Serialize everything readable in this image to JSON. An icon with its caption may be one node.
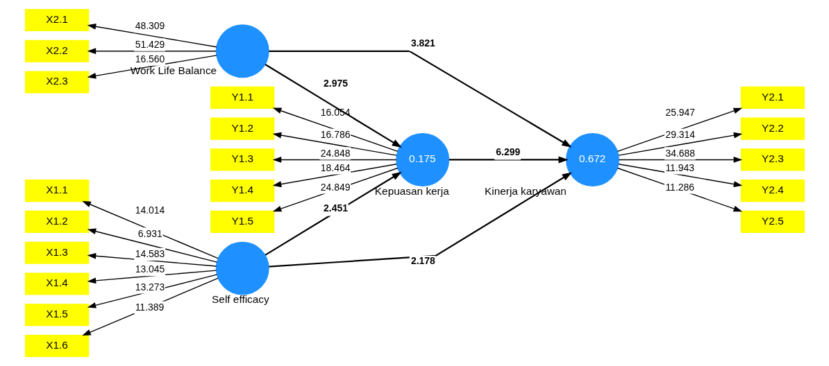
{
  "diagram": {
    "nodes": [
      {
        "text": [],
        "shape": "circle",
        "beside": [
          "Self efficacy"
        ]
      },
      {
        "text": [
          "X1.1"
        ]
      },
      {
        "text": [
          "X1.2"
        ]
      },
      {
        "text": [
          "X1.3"
        ]
      },
      {
        "text": [
          "X1.4"
        ]
      },
      {
        "text": [
          "X1.5"
        ]
      },
      {
        "text": [
          "X1.6"
        ]
      },
      {
        "text": [
          "0.175"
        ],
        "beside": [
          "Kepuasan kerja"
        ]
      },
      {
        "text": [
          "Y1.1"
        ]
      },
      {
        "text": [
          "Y1.2"
        ]
      },
      {
        "text": [
          "Y1.3"
        ]
      },
      {
        "text": [
          "Y1.4"
        ]
      },
      {
        "text": [
          "Y1.5"
        ]
      },
      {
        "text": [
          "0.672"
        ],
        "beside": [
          "Kinerja karyawan"
        ]
      },
      {
        "text": [
          "Y2.1"
        ]
      },
      {
        "text": [
          "Y2.2"
        ]
      },
      {
        "text": [
          "Y2.3"
        ]
      },
      {
        "text": [
          "Y2.4"
        ]
      },
      {
        "text": [
          "Y2.5"
        ]
      },
      {
        "text": [],
        "shape": "circle",
        "beside": [
          "Work Life Balance"
        ]
      },
      {
        "text": [
          "X2.1"
        ]
      },
      {
        "text": [
          "X2.2"
        ]
      },
      {
        "text": [
          "X2.3"
        ]
      }
    ],
    "edges": [
      {
        "from": 0,
        "to": 1,
        "arrow": "to",
        "label": "14.014"
      },
      {
        "from": 0,
        "to": 2,
        "arrow": "to",
        "label": "6.931"
      },
      {
        "from": 0,
        "to": 3,
        "arrow": "to",
        "label": "14.583"
      },
      {
        "from": 0,
        "to": 4,
        "arrow": "to",
        "label": "13.045"
      },
      {
        "from": 0,
        "to": 5,
        "arrow": "to",
        "label": "13.273"
      },
      {
        "from": 0,
        "to": 6,
        "arrow": "to",
        "label": "11.389"
      },
      {
        "from": 0,
        "to": 7,
        "arrow": "to",
        "label": "2.451"
      },
      {
        "from": 0,
        "to": 13,
        "arrow": "to",
        "label": "2.178"
      },
      {
        "from": 7,
        "to": 8,
        "arrow": "to",
        "label": "16.054"
      },
      {
        "from": 7,
        "to": 9,
        "arrow": "to",
        "label": "16.786"
      },
      {
        "from": 7,
        "to": 10,
        "arrow": "to",
        "label": "24.848"
      },
      {
        "from": 7,
        "to": 11,
        "arrow": "to",
        "label": "18.464"
      },
      {
        "from": 7,
        "to": 12,
        "arrow": "to",
        "label": "24.849"
      },
      {
        "from": 7,
        "to": 13,
        "arrow": "to",
        "label": "6.299"
      },
      {
        "from": 19,
        "to": 7,
        "arrow": "to",
        "label": "2.975"
      },
      {
        "from": 19,
        "to": 13,
        "arrow": "to",
        "label": "3.821"
      },
      {
        "from": 13,
        "to": 14,
        "arrow": "to",
        "label": "25.947"
      },
      {
        "from": 13,
        "to": 15,
        "arrow": "to",
        "label": "29.314"
      },
      {
        "from": 13,
        "to": 16,
        "arrow": "to",
        "label": "34.688"
      },
      {
        "from": 13,
        "to": 17,
        "arrow": "to",
        "label": "11.943"
      },
      {
        "from": 13,
        "to": 18,
        "arrow": "to",
        "label": "11.286"
      },
      {
        "from": 19,
        "to": 20,
        "arrow": "to",
        "label": "48.309"
      },
      {
        "from": 19,
        "to": 21,
        "arrow": "to",
        "label": "51.429"
      },
      {
        "from": 19,
        "to": 22,
        "arrow": "to",
        "label": "16.560"
      }
    ]
  }
}
